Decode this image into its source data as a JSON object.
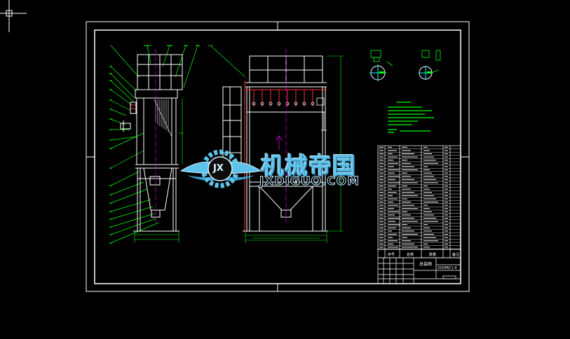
{
  "watermark": {
    "chinese": "机械帝国",
    "latin": "JXDIGUO.COM",
    "emblem_letters": "JX"
  },
  "title_block": {
    "header_cells": [
      "序号",
      "名称",
      "数量",
      "备注"
    ],
    "drawing_name": "总装图",
    "drawing_code": "XXDM(C)-4"
  },
  "colors": {
    "background": "#000000",
    "frame": "#ffffff",
    "leader_green": "#00ff00",
    "center_magenta": "#ff00ff",
    "pipe_red": "#ff3030",
    "dim_white": "#e6e6e6",
    "watermark_blue": "#5ec3ea"
  },
  "icons": {
    "cursor": "crosshair-cursor-icon",
    "emblem": "gear-wings-emblem-icon"
  }
}
